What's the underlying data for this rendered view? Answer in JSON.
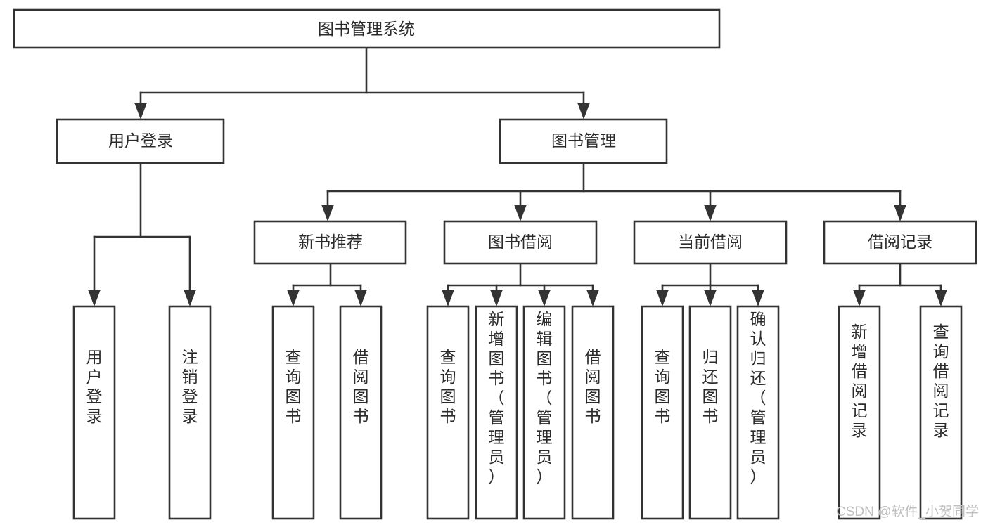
{
  "diagram": {
    "title": "图书管理系统",
    "type": "hierarchy-tree",
    "watermark": "CSDN @软件_小贺同学",
    "colors": {
      "box_stroke": "#333333",
      "box_fill": "#ffffff",
      "text": "#2b2b2b",
      "watermark": "#bfbfbf",
      "background": "#ffffff"
    },
    "levels": {
      "root": {
        "label": "图书管理系统"
      },
      "level2": [
        {
          "label": "用户登录"
        },
        {
          "label": "图书管理"
        }
      ],
      "level3": [
        {
          "label": "新书推荐"
        },
        {
          "label": "图书借阅"
        },
        {
          "label": "当前借阅"
        },
        {
          "label": "借阅记录"
        }
      ],
      "leaves": {
        "user_login": [
          {
            "label": "用户登录"
          },
          {
            "label": "注销登录"
          }
        ],
        "new_book_recommend": [
          {
            "label": "查询图书"
          },
          {
            "label": "借阅图书"
          }
        ],
        "book_borrow": [
          {
            "label": "查询图书"
          },
          {
            "label": "新增图书（管理员）"
          },
          {
            "label": "编辑图书（管理员）"
          },
          {
            "label": "借阅图书"
          }
        ],
        "current_borrow": [
          {
            "label": "查询图书"
          },
          {
            "label": "归还图书"
          },
          {
            "label": "确认归还（管理员）"
          }
        ],
        "borrow_record": [
          {
            "label": "新增借阅记录"
          },
          {
            "label": "查询借阅记录"
          }
        ]
      }
    }
  }
}
